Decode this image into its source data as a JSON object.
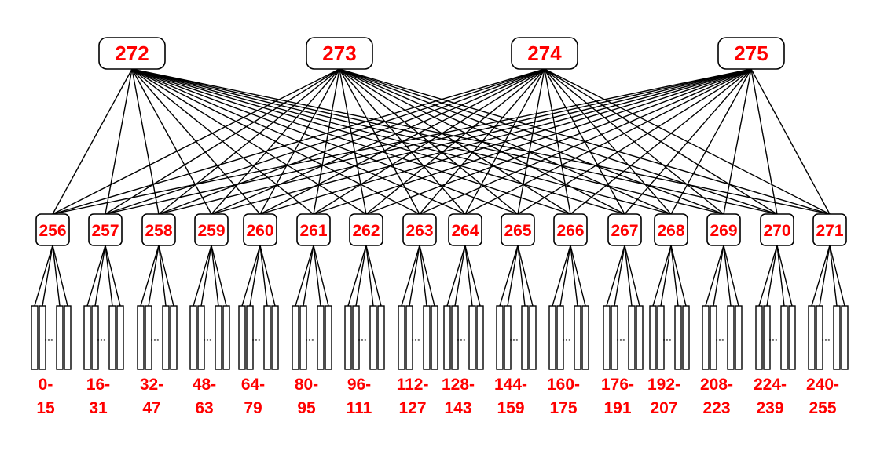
{
  "colors": {
    "label": "#ff0000",
    "line": "#000000",
    "box": "#ffffff"
  },
  "top_nodes": [
    {
      "id": "272"
    },
    {
      "id": "273"
    },
    {
      "id": "274"
    },
    {
      "id": "275"
    }
  ],
  "mid_nodes": [
    {
      "id": "256",
      "range_top": "0-",
      "range_bottom": "15"
    },
    {
      "id": "257",
      "range_top": "16-",
      "range_bottom": "31"
    },
    {
      "id": "258",
      "range_top": "32-",
      "range_bottom": "47"
    },
    {
      "id": "259",
      "range_top": "48-",
      "range_bottom": "63"
    },
    {
      "id": "260",
      "range_top": "64-",
      "range_bottom": "79"
    },
    {
      "id": "261",
      "range_top": "80-",
      "range_bottom": "95"
    },
    {
      "id": "262",
      "range_top": "96-",
      "range_bottom": "111"
    },
    {
      "id": "263",
      "range_top": "112-",
      "range_bottom": "127"
    },
    {
      "id": "264",
      "range_top": "128-",
      "range_bottom": "143"
    },
    {
      "id": "265",
      "range_top": "144-",
      "range_bottom": "159"
    },
    {
      "id": "266",
      "range_top": "160-",
      "range_bottom": "175"
    },
    {
      "id": "267",
      "range_top": "176-",
      "range_bottom": "191"
    },
    {
      "id": "268",
      "range_top": "192-",
      "range_bottom": "207"
    },
    {
      "id": "269",
      "range_top": "208-",
      "range_bottom": "223"
    },
    {
      "id": "270",
      "range_top": "224-",
      "range_bottom": "239"
    },
    {
      "id": "271",
      "range_top": "240-",
      "range_bottom": "255"
    }
  ],
  "host_group_ellipsis": "..."
}
